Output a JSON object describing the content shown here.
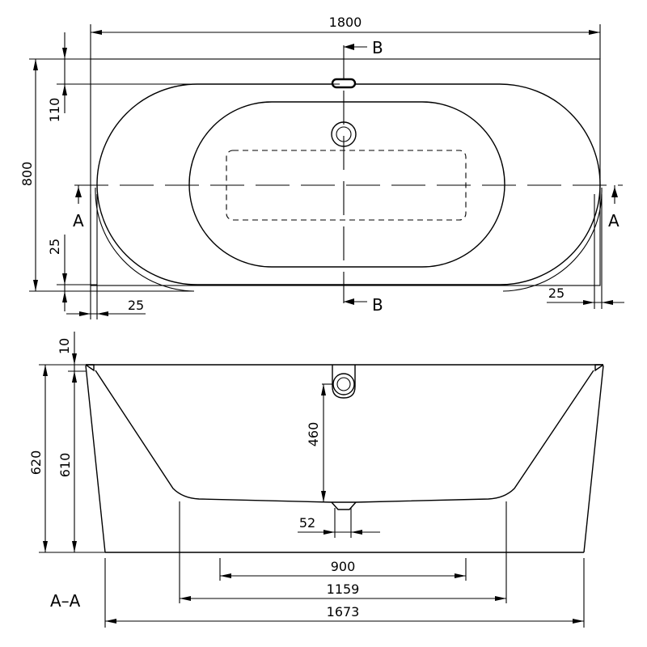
{
  "plan": {
    "dim_overall_length": "1800",
    "dim_overall_width": "800",
    "dim_rim_offset": "110",
    "dim_left_offset_vertical": "25",
    "dim_left_offset_horizontal": "25",
    "dim_right_offset": "25",
    "section_b_top": "B",
    "section_b_bottom": "B",
    "section_a_left": "A",
    "section_a_right": "A"
  },
  "section": {
    "title": "A–A",
    "dim_rim_thickness": "10",
    "dim_total_height": "620",
    "dim_inner_height": "610",
    "dim_overflow_depth": "460",
    "dim_drain": "52",
    "dim_900": "900",
    "dim_1159": "1159",
    "dim_1673": "1673"
  }
}
